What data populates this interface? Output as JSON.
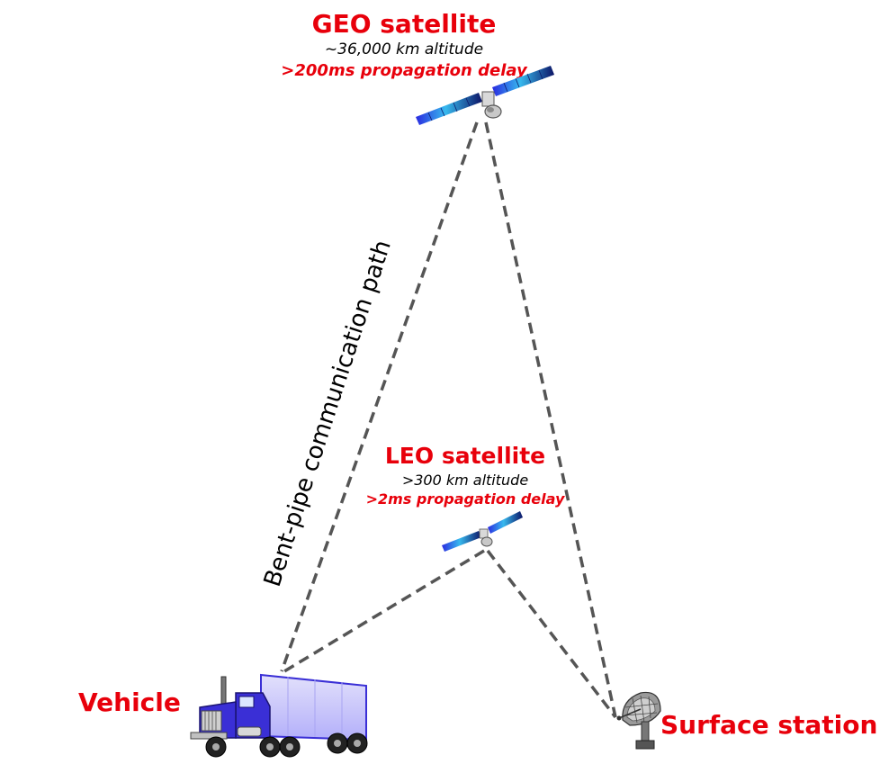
{
  "geo": {
    "title": "GEO satellite",
    "altitude": "~36,000 km altitude",
    "delay": ">200ms propagation delay"
  },
  "leo": {
    "title": "LEO satellite",
    "altitude": ">300 km altitude",
    "delay": ">2ms propagation delay"
  },
  "path_label": "Bent-pipe communication path",
  "vehicle_label": "Vehicle",
  "station_label": "Surface station",
  "colors": {
    "label_red": "#e8000b",
    "link_gray": "#555555",
    "truck_blue": "#3a2fd6",
    "trailer": "#c9c6f2"
  },
  "icons": [
    "satellite-icon",
    "truck-icon",
    "dish-antenna-icon"
  ]
}
